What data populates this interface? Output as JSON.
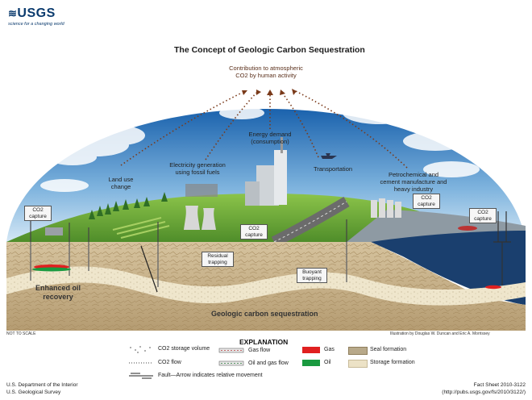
{
  "header": {
    "logo": "USGS",
    "tagline": "science for a changing world"
  },
  "title": "The Concept of Geologic Carbon Sequestration",
  "labels": {
    "atmos_line1": "Contribution to atmospheric",
    "atmos_line2": "CO2 by human activity",
    "energy_line1": "Energy demand",
    "energy_line2": "(consumption)",
    "electricity_line1": "Electricity generation",
    "electricity_line2": "using fossil fuels",
    "land_line1": "Land use",
    "land_line2": "change",
    "transport": "Transportation",
    "petro_line1": "Petrochemical and",
    "petro_line2": "cement manufacture and",
    "petro_line3": "heavy industry",
    "capture_line1": "CO2",
    "capture_line2": "capture",
    "residual_line1": "Residual",
    "residual_line2": "trapping",
    "buoyant_line1": "Buoyant",
    "buoyant_line2": "trapping",
    "eor_line1": "Enhanced oil",
    "eor_line2": "recovery",
    "geologic": "Geologic carbon sequestration"
  },
  "not_to_scale": "NOT TO SCALE",
  "credit": "Illustration by Douglas W. Duncan and Eric A. Morrissey",
  "legend": {
    "title": "EXPLANATION",
    "items": {
      "co2_storage": "CO2 storage volume",
      "co2_flow": "CO2 flow",
      "fault": "Fault—Arrow indicates relative movement",
      "gas_flow": "Gas flow",
      "oil_gas_flow": "Oil and gas flow",
      "gas": "Gas",
      "oil": "Oil",
      "seal": "Seal formation",
      "storage": "Storage formation"
    },
    "colors": {
      "gas": "#e02020",
      "oil": "#1a9a40",
      "seal": "#b8a98a",
      "storage": "#ece2c6"
    }
  },
  "footer": {
    "dept": "U.S. Department of the Interior",
    "survey": "U.S. Geological Survey",
    "fact_sheet": "Fact Sheet 2010-3122",
    "url": "(http://pubs.usgs.gov/fs/2010/3122/)"
  },
  "colors": {
    "sky_top": "#1f6bb5",
    "sky_bottom": "#bcd9ef",
    "grass": "#6cab3a",
    "ocean": "#1a3f6e",
    "rock": "#c9b48e",
    "storage_layer": "#efe6cc"
  }
}
